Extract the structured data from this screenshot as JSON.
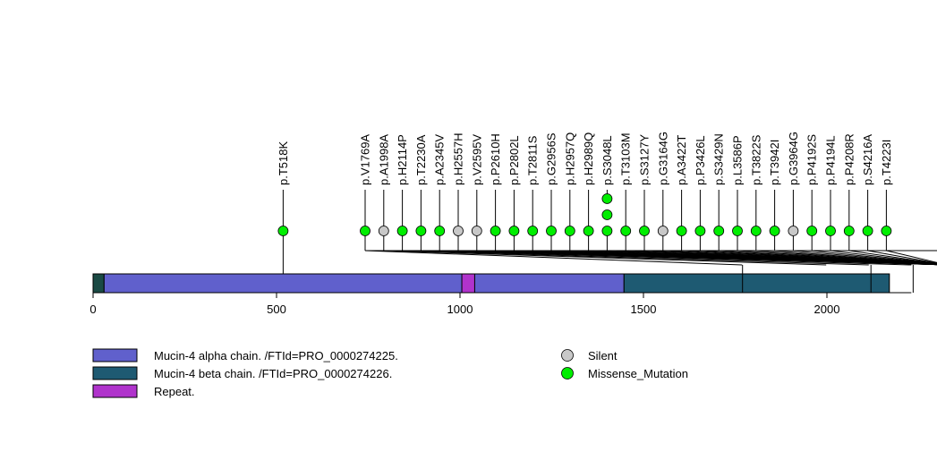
{
  "chart_data": {
    "type": "lollipop",
    "xlim": [
      0,
      2230
    ],
    "ticks": [
      0,
      500,
      1000,
      1500,
      2000
    ],
    "domains": [
      {
        "label": "Mucin-4 alpha chain. /FTId=PRO_0000274225.",
        "start": 30,
        "end": 1447,
        "color": "#6060CC"
      },
      {
        "label": "Mucin-4 beta chain. /FTId=PRO_0000274226.",
        "start": 1447,
        "end": 2170,
        "color": "#1E5A72"
      },
      {
        "label": "Repeat.",
        "start": 1005,
        "end": 1040,
        "color": "#B033CC"
      }
    ],
    "extra_segments": [
      {
        "start": 0,
        "end": 30,
        "color": "#1A4A44"
      }
    ],
    "extra_ticks": [
      1770,
      2120,
      2235
    ],
    "mutations": [
      {
        "label": "p.T518K",
        "pos": 518,
        "type": "Missense_Mutation",
        "count": 1
      },
      {
        "label": "p.V1769A",
        "pos": 1769,
        "type": "Missense_Mutation",
        "count": 1
      },
      {
        "label": "p.A1998A",
        "pos": 1998,
        "type": "Silent",
        "count": 1
      },
      {
        "label": "p.H2114P",
        "pos": 2114,
        "type": "Missense_Mutation",
        "count": 1
      },
      {
        "label": "p.T2230A",
        "pos": 2230,
        "type": "Missense_Mutation",
        "count": 1
      },
      {
        "label": "p.A2345V",
        "pos": 2345,
        "type": "Missense_Mutation",
        "count": 1
      },
      {
        "label": "p.H2557H",
        "pos": 2557,
        "type": "Silent",
        "count": 1
      },
      {
        "label": "p.V2595V",
        "pos": 2595,
        "type": "Silent",
        "count": 1
      },
      {
        "label": "p.P2610H",
        "pos": 2610,
        "type": "Missense_Mutation",
        "count": 1
      },
      {
        "label": "p.P2802L",
        "pos": 2802,
        "type": "Missense_Mutation",
        "count": 1
      },
      {
        "label": "p.T2811S",
        "pos": 2811,
        "type": "Missense_Mutation",
        "count": 1
      },
      {
        "label": "p.G2956S",
        "pos": 2956,
        "type": "Missense_Mutation",
        "count": 1
      },
      {
        "label": "p.H2957Q",
        "pos": 2957,
        "type": "Missense_Mutation",
        "count": 1
      },
      {
        "label": "p.H2989Q",
        "pos": 2989,
        "type": "Missense_Mutation",
        "count": 1
      },
      {
        "label": "p.S3048L",
        "pos": 3048,
        "type": "Missense_Mutation",
        "count": 3
      },
      {
        "label": "p.T3103M",
        "pos": 3103,
        "type": "Missense_Mutation",
        "count": 1
      },
      {
        "label": "p.S3127Y",
        "pos": 3127,
        "type": "Missense_Mutation",
        "count": 1
      },
      {
        "label": "p.G3164G",
        "pos": 3164,
        "type": "Silent",
        "count": 1
      },
      {
        "label": "p.A3422T",
        "pos": 3422,
        "type": "Missense_Mutation",
        "count": 1
      },
      {
        "label": "p.P3426L",
        "pos": 3426,
        "type": "Missense_Mutation",
        "count": 1
      },
      {
        "label": "p.S3429N",
        "pos": 3429,
        "type": "Missense_Mutation",
        "count": 1
      },
      {
        "label": "p.L3586P",
        "pos": 3586,
        "type": "Missense_Mutation",
        "count": 1
      },
      {
        "label": "p.T3822S",
        "pos": 3822,
        "type": "Missense_Mutation",
        "count": 1
      },
      {
        "label": "p.T3942I",
        "pos": 3942,
        "type": "Missense_Mutation",
        "count": 1
      },
      {
        "label": "p.G3964G",
        "pos": 3964,
        "type": "Silent",
        "count": 1
      },
      {
        "label": "p.P4192S",
        "pos": 4192,
        "type": "Missense_Mutation",
        "count": 1
      },
      {
        "label": "p.P4194L",
        "pos": 4194,
        "type": "Missense_Mutation",
        "count": 1
      },
      {
        "label": "p.P4208R",
        "pos": 4208,
        "type": "Missense_Mutation",
        "count": 1
      },
      {
        "label": "p.S4216A",
        "pos": 4216,
        "type": "Missense_Mutation",
        "count": 1
      },
      {
        "label": "p.T4223I",
        "pos": 4223,
        "type": "Missense_Mutation",
        "count": 1
      }
    ],
    "mutation_legend": [
      {
        "label": "Silent",
        "color": "#C8C8C8"
      },
      {
        "label": "Missense_Mutation",
        "color": "#00EE00"
      }
    ]
  }
}
